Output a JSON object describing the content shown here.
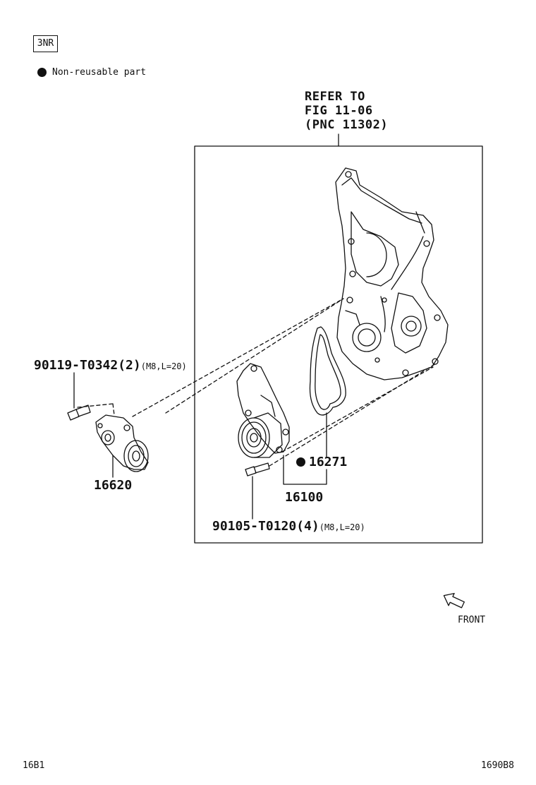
{
  "engine_code": "3NR",
  "legend": {
    "symbol": "dot-icon",
    "text": "Non-reusable part"
  },
  "refer": {
    "line1": "REFER TO",
    "line2": "FIG 11-06",
    "line3": "(PNC 11302)"
  },
  "parts": {
    "bolt_tensioner": {
      "number": "90119-T0342(2)",
      "spec": "(M8,L=20)"
    },
    "tensioner": {
      "number": "16620"
    },
    "gasket": {
      "number": "16271"
    },
    "water_pump": {
      "number": "16100"
    },
    "bolt_pump": {
      "number": "90105-T0120(4)",
      "spec": "(M8,L=20)"
    }
  },
  "front_label": "FRONT",
  "footer": {
    "left": "16B1",
    "right": "1690B8"
  },
  "colors": {
    "line": "#111111",
    "background": "#ffffff"
  }
}
